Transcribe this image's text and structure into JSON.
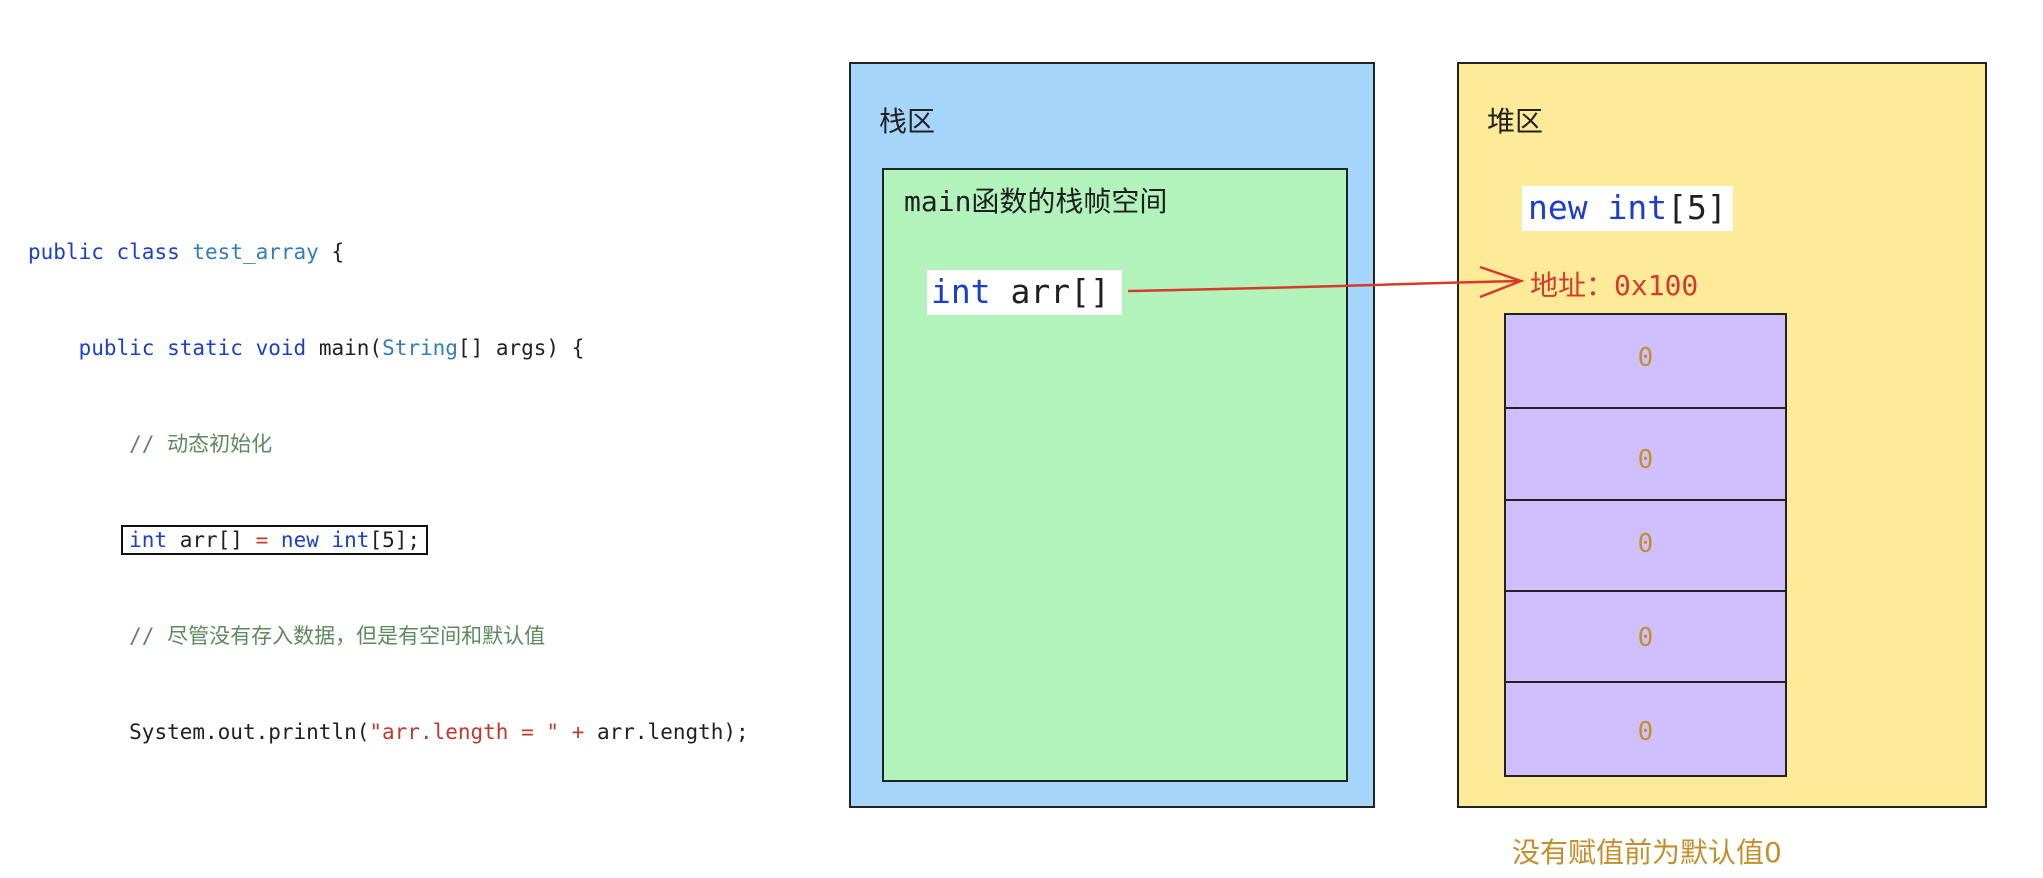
{
  "code": {
    "line1": {
      "kw1": "public",
      "kw2": "class",
      "name": "test_array",
      "tail": " {"
    },
    "line2": {
      "kw1": "public",
      "kw2": "static",
      "kw3": "void",
      "mid": "main(",
      "type": "String",
      "tail": "[] args) {"
    },
    "line3": {
      "comment": "// 动态初始化"
    },
    "line4": {
      "kw1": "int",
      "mid1": " arr[] ",
      "op": "=",
      "kw2": "new",
      "kw3": "int",
      "tail": "[5];"
    },
    "line5": {
      "comment": "// 尽管没有存入数据，但是有空间和默认值"
    },
    "line6": {
      "pre": "System.out.println(",
      "str": "\"arr.length = \"",
      "op": "+",
      "tail": " arr.length);"
    }
  },
  "stack": {
    "title": "栈区",
    "frame_title": "main函数的栈帧空间",
    "var": {
      "kw": "int",
      "name": "arr[]"
    }
  },
  "heap": {
    "title": "堆区",
    "new_expr": {
      "kw1": "new",
      "kw2": "int",
      "tail": "[5]"
    },
    "address": "地址：0x100",
    "cells": [
      "0",
      "0",
      "0",
      "0",
      "0"
    ]
  },
  "note": "没有赋值前为默认值0",
  "colors": {
    "stack_bg": "#a6d5fb",
    "frame_bg": "#b2f2bb",
    "heap_bg": "#feeb9a",
    "array_bg": "#d0bfff",
    "arrow": "#d63a2a",
    "keyword": "#1a3fcf"
  }
}
